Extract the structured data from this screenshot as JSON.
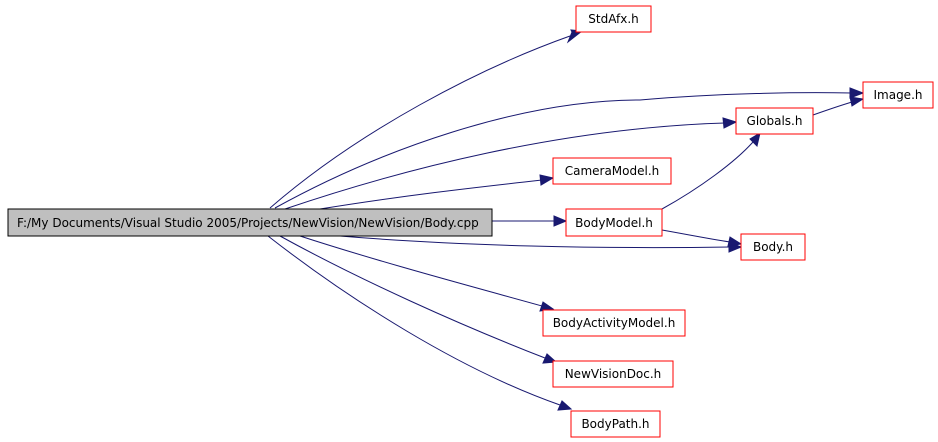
{
  "graph": {
    "root": "F:/My Documents/Visual Studio 2005/Projects/NewVision/NewVision/Body.cpp",
    "nodes": {
      "stdafx": "StdAfx.h",
      "image": "Image.h",
      "globals": "Globals.h",
      "cameramodel": "CameraModel.h",
      "bodymodel": "BodyModel.h",
      "body": "Body.h",
      "bodyactivitymodel": "BodyActivityModel.h",
      "newvisiondoc": "NewVisionDoc.h",
      "bodypath": "BodyPath.h"
    }
  },
  "colors": {
    "edge": "#191970",
    "node_border": "#ff0000",
    "root_fill": "#bfbfbf",
    "root_border": "#000000"
  }
}
